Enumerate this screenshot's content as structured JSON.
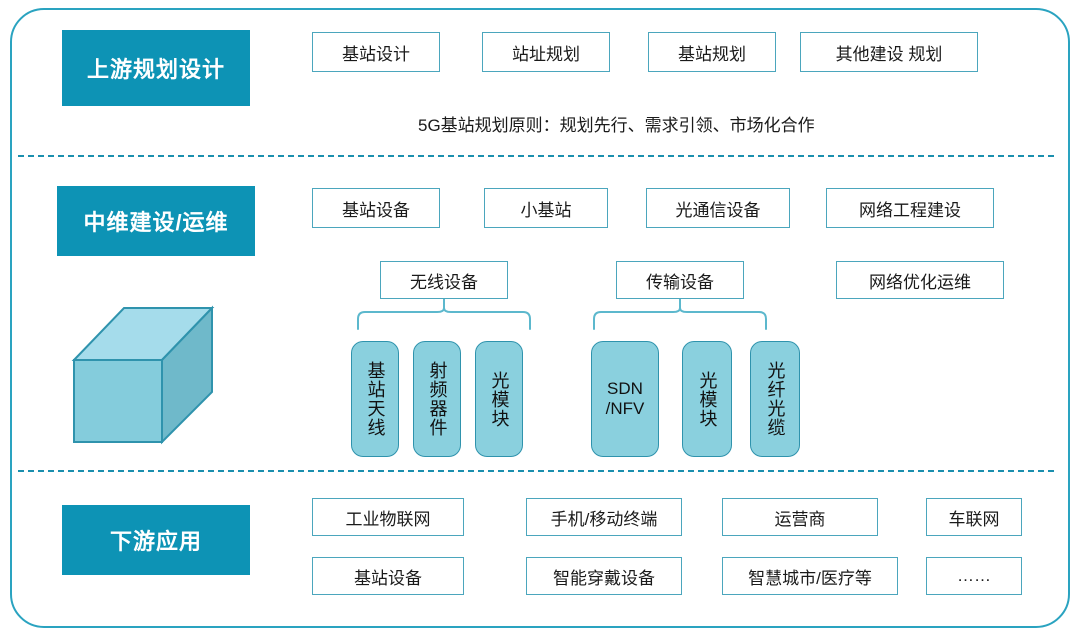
{
  "diagram": {
    "title_semantic": "5G base station industry chain diagram",
    "accent_color": "#0d93b5",
    "box_border_color": "#4ba6bd",
    "chip_fill_color": "#8ad0de",
    "divider_color": "#1b8fae"
  },
  "upstream": {
    "label": "上游规划设计",
    "boxes": [
      {
        "text": "基站设计"
      },
      {
        "text": "站址规划"
      },
      {
        "text": "基站规划"
      },
      {
        "text": "其他建设 规划"
      }
    ],
    "note": "5G基站规划原则：规划先行、需求引领、市场化合作"
  },
  "midstream": {
    "label": "中维建设/运维",
    "row1": [
      {
        "text": "基站设备"
      },
      {
        "text": "小基站"
      },
      {
        "text": "光通信设备"
      },
      {
        "text": "网络工程建设"
      }
    ],
    "row2": [
      {
        "text": "无线设备"
      },
      {
        "text": "传输设备"
      },
      {
        "text": "网络优化运维"
      }
    ],
    "wireless_children": [
      {
        "text": "基站天线",
        "orientation": "vertical"
      },
      {
        "text": "射频器件",
        "orientation": "vertical"
      },
      {
        "text": "光模块",
        "orientation": "vertical"
      }
    ],
    "transmission_children": [
      {
        "text": "SDN\n/NFV",
        "line1": "SDN",
        "line2": "/NFV",
        "orientation": "horizontal"
      },
      {
        "text": "光模块",
        "orientation": "vertical"
      },
      {
        "text": "光纤光缆",
        "orientation": "vertical"
      }
    ],
    "cube_icon": "isometric-cube"
  },
  "downstream": {
    "label": "下游应用",
    "row1": [
      {
        "text": "工业物联网"
      },
      {
        "text": "手机/移动终端"
      },
      {
        "text": "运营商"
      },
      {
        "text": "车联网"
      }
    ],
    "row2": [
      {
        "text": "基站设备"
      },
      {
        "text": "智能穿戴设备"
      },
      {
        "text": "智慧城市/医疗等"
      },
      {
        "text": "……"
      }
    ]
  }
}
